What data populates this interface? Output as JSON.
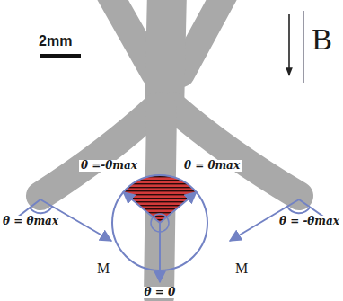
{
  "diagram": {
    "nodes": [
      {
        "text": [
          "B"
        ]
      }
    ],
    "labels": [
      "2mm",
      "θ =-θmax",
      "θ = θmax",
      "θ = θmax",
      "M",
      "θ = -θmax",
      "M",
      "θ = 0"
    ]
  }
}
